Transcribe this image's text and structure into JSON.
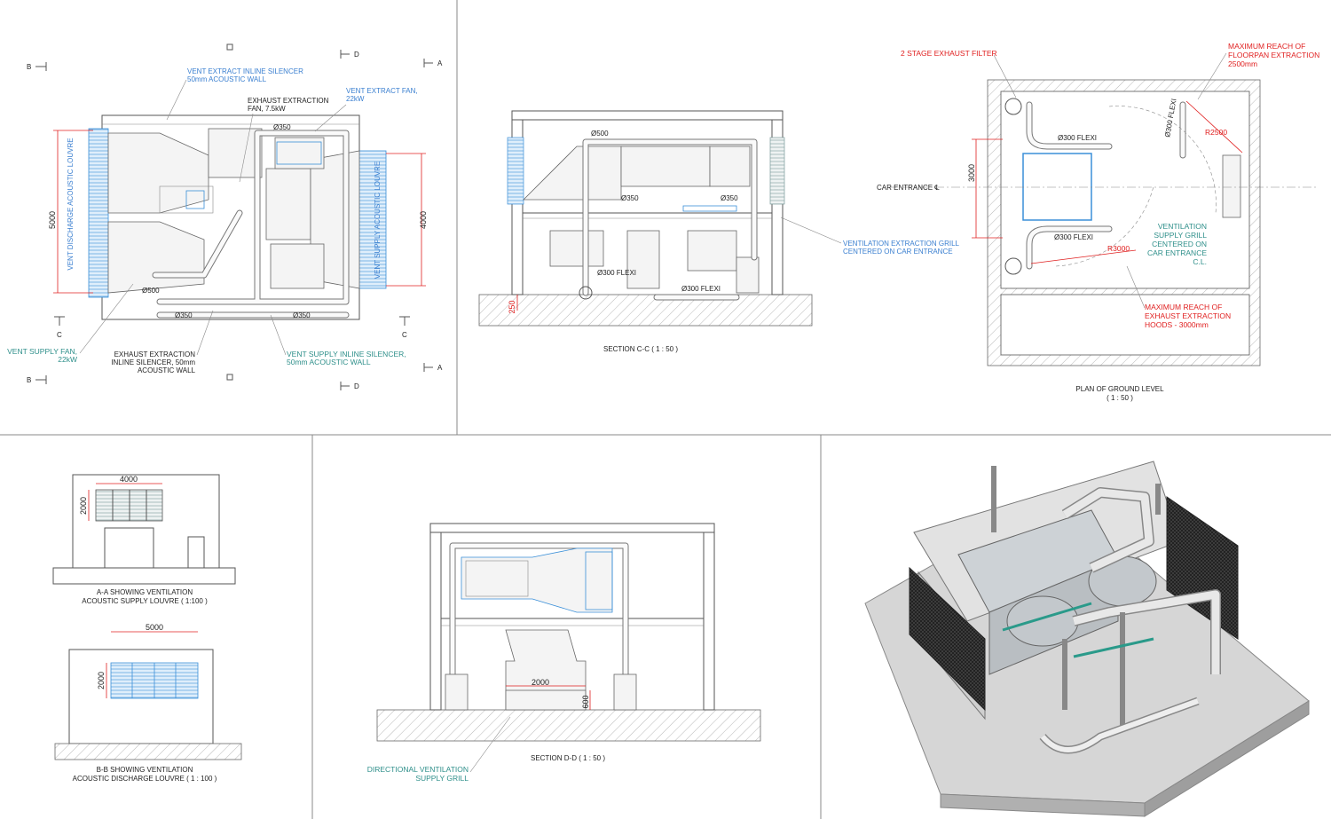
{
  "colors": {
    "annotation_red": "#e02020",
    "annotation_blue": "#3a7fd0",
    "annotation_teal": "#2e8f8a",
    "linework": "#555555",
    "louvre_blue": "#3a8fd8"
  },
  "plan_top": {
    "cut_markers": {
      "B_top": "B",
      "B_bottom": "B",
      "A_top": "A",
      "A_bottom": "A",
      "D_top": "D",
      "D_bottom": "D",
      "C_left": "C",
      "C_right": "C"
    },
    "labels": {
      "vent_extract_silencer_1": "VENT EXTRACT INLINE SILENCER",
      "vent_extract_silencer_2": "50mm ACOUSTIC WALL",
      "exhaust_fan_1": "EXHAUST EXTRACTION",
      "exhaust_fan_2": "FAN, 7.5kW",
      "vent_extract_fan_1": "VENT EXTRACT FAN,",
      "vent_extract_fan_2": "22kW",
      "discharge_louvre": "VENT DISCHARGE ACOUSTIC LOUVRE",
      "supply_louvre": "VENT SUPPLY ACOUSTIC LOUVRE",
      "vent_supply_fan_1": "VENT SUPPLY FAN,",
      "vent_supply_fan_2": "22kW",
      "exhaust_silencer_1": "EXHAUST EXTRACTION",
      "exhaust_silencer_2": "INLINE SILENCER, 50mm",
      "exhaust_silencer_3": "ACOUSTIC WALL",
      "vent_supply_silencer_1": "VENT SUPPLY INLINE SILENCER,",
      "vent_supply_silencer_2": "50mm ACOUSTIC WALL"
    },
    "dims": {
      "height_left": "5000",
      "height_right": "4000",
      "d350_top": "Ø350",
      "d500": "Ø500",
      "d350_bottom_left": "Ø350",
      "d350_bottom_right": "Ø350"
    }
  },
  "section_cc": {
    "title": "SECTION C-C ( 1 : 50 )",
    "dims": {
      "d500": "Ø500",
      "d350_left": "Ø350",
      "d350_right": "Ø350",
      "flexi_1": "Ø300 FLEXI",
      "flexi_2": "Ø300 FLEXI",
      "height_250": "250"
    },
    "grill_note_1": "VENTILATION EXTRACTION GRILL",
    "grill_note_2": "CENTERED ON CAR ENTRANCE"
  },
  "plan_ground": {
    "title": "PLAN OF GROUND LEVEL",
    "scale": "( 1 : 50 )",
    "filter": "2 STAGE EXHAUST FILTER",
    "reach_floorpan_1": "MAXIMUM REACH OF",
    "reach_floorpan_2": "FLOORPAN EXTRACTION",
    "reach_floorpan_3": "2500mm",
    "car_entrance": "CAR ENTRANCE ℄",
    "dim_3000": "3000",
    "flexi_top": "Ø300 FLEXI",
    "flexi_bottom": "Ø300 FLEXI",
    "flexi_vertical": "Ø300 FLEXI",
    "r2500": "R2500",
    "r3000": "R3000",
    "supply_grill_1": "VENTILATION",
    "supply_grill_2": "SUPPLY GRILL",
    "supply_grill_3": "CENTERED ON",
    "supply_grill_4": "CAR ENTRANCE",
    "supply_grill_5": "C.L.",
    "reach_hoods_1": "MAXIMUM REACH OF",
    "reach_hoods_2": "EXHAUST EXTRACTION",
    "reach_hoods_3": "HOODS - 3000mm"
  },
  "elev_aa": {
    "dim_w": "4000",
    "dim_h": "2000",
    "title_1": "A-A SHOWING VENTILATION",
    "title_2": "ACOUSTIC SUPPLY LOUVRE ( 1:100 )"
  },
  "elev_bb": {
    "dim_w": "5000",
    "dim_h": "2000",
    "title_1": "B-B SHOWING VENTILATION",
    "title_2": "ACOUSTIC DISCHARGE LOUVRE ( 1 : 100 )"
  },
  "section_dd": {
    "title": "SECTION D-D ( 1 : 50 )",
    "dim_w": "2000",
    "dim_h": "600",
    "grill_1": "DIRECTIONAL VENTILATION",
    "grill_2": "SUPPLY GRILL"
  },
  "isometric": {
    "icon": "isometric-3d-plant-view"
  }
}
